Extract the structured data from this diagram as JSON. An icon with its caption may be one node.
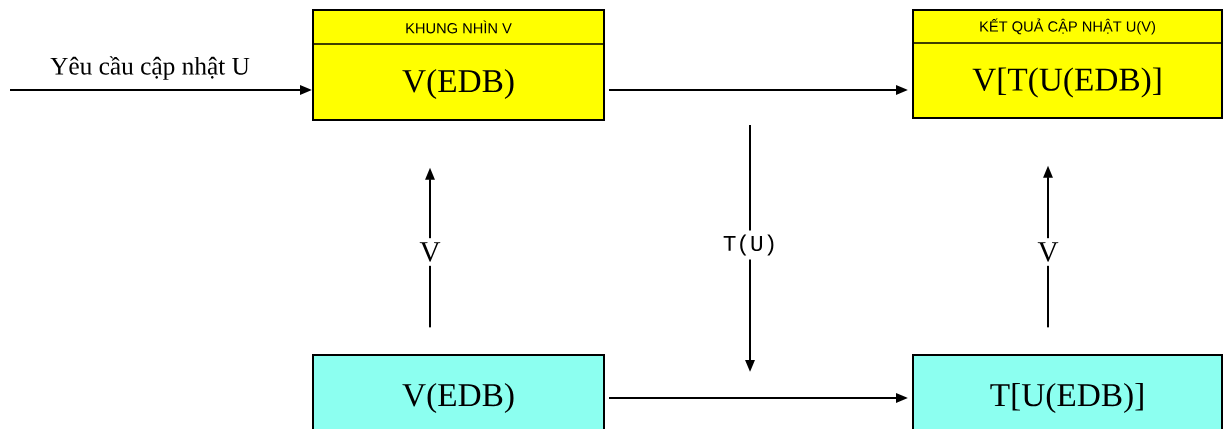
{
  "diagram": {
    "nodes": [
      {
        "text": [
          "KHUNG NHÌN V",
          "V(EDB)"
        ]
      },
      {
        "text": [
          "KẾT QUẢ CẬP NHẬT U(V)",
          "V[T(U(EDB)]"
        ]
      },
      {
        "text": [
          "V(EDB)"
        ]
      },
      {
        "text": [
          "T[U(EDB)]"
        ]
      }
    ],
    "edges": [
      {
        "from": null,
        "to": 0,
        "arrow": "to",
        "label": "Yêu cầu cập nhật U"
      },
      {
        "from": 0,
        "to": 1,
        "arrow": "to"
      },
      {
        "from": 2,
        "to": 0,
        "arrow": "to",
        "label": "V"
      },
      {
        "from": 3,
        "to": 1,
        "arrow": "to",
        "label": "V"
      },
      {
        "from": 2,
        "to": 3,
        "arrow": "to"
      }
    ],
    "labels": [
      "T(U)"
    ]
  }
}
